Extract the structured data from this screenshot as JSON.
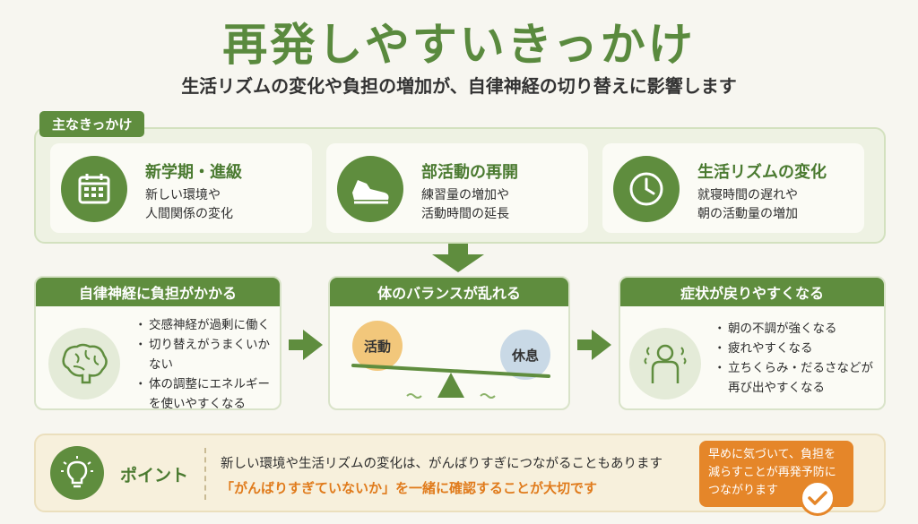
{
  "header": {
    "title": "再発しやすいきっかけ",
    "subtitle": "生活リズムの変化や負担の増加が、自律神経の切り替えに影響します"
  },
  "triggers": {
    "label": "主なきっかけ",
    "items": [
      {
        "title": "新学期・進級",
        "desc": "新しい環境や\n人間関係の変化",
        "icon": "calendar-icon"
      },
      {
        "title": "部活動の再開",
        "desc": "練習量の増加や\n活動時間の延長",
        "icon": "shoe-icon"
      },
      {
        "title": "生活リズムの変化",
        "desc": "就寝時間の遅れや\n朝の活動量の増加",
        "icon": "clock-icon"
      }
    ]
  },
  "process": [
    {
      "title": "自律神経に負担がかかる",
      "icon": "brain-icon",
      "points": [
        "交感神経が過剰に働く",
        "切り替えがうまくいかない",
        "体の調整にエネルギーを使いやすくなる"
      ]
    },
    {
      "title": "体のバランスが乱れる",
      "icon": "scale-icon",
      "left_label": "活動",
      "right_label": "休息"
    },
    {
      "title": "症状が戻りやすくなる",
      "icon": "person-dizzy-icon",
      "points": [
        "朝の不調が強くなる",
        "疲れやすくなる",
        "立ちくらみ・だるさなどが再び出やすくなる"
      ]
    }
  ],
  "point": {
    "label": "ポイント",
    "icon": "lightbulb-icon",
    "text1": "新しい環境や生活リズムの変化は、がんばりすぎにつながることもあります",
    "text2": "「がんばりすぎていないか」を一緒に確認することが大切です",
    "advice": "早めに気づいて、負担を\n減らすことが再発予防に\nつながります"
  },
  "colors": {
    "accent": "#5f8d3e",
    "orange": "#e58629",
    "background": "#f7f6f0"
  }
}
